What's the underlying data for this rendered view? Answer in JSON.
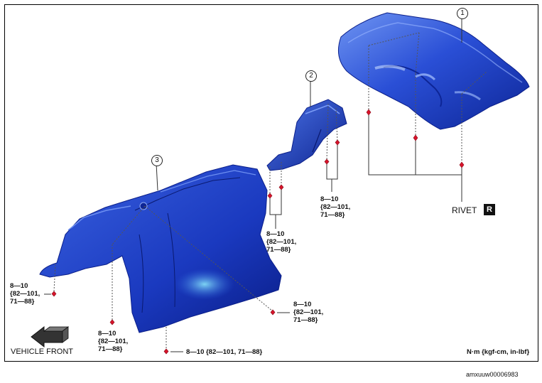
{
  "callouts": {
    "c1": "1",
    "c2": "2",
    "c3": "3"
  },
  "rivet": {
    "label": "RIVET",
    "badge": "R"
  },
  "torque": {
    "t_part2_left": [
      "8—10",
      "{82—101,",
      "71—88}"
    ],
    "t_part2_right": [
      "8—10",
      "{82—101,",
      "71—88}"
    ],
    "t_part3_left": [
      "8—10",
      "{82—101,",
      "71—88}"
    ],
    "t_part3_center": [
      "8—10",
      "{82—101,",
      "71—88}"
    ],
    "t_part3_right": [
      "8—10",
      "{82—101,",
      "71—88}"
    ],
    "t_part3_bottom": "8—10 {82—101, 71—88}"
  },
  "vehicle_front": "VEHICLE FRONT",
  "units": "N·m {kgf-cm, in-lbf}",
  "figure_id": "amxuuw00006983",
  "colors": {
    "part_fill": "#1b3fc4",
    "part_dark": "#0b1f8a",
    "part_light": "#5d86ee",
    "fastener": "#d8132b"
  }
}
